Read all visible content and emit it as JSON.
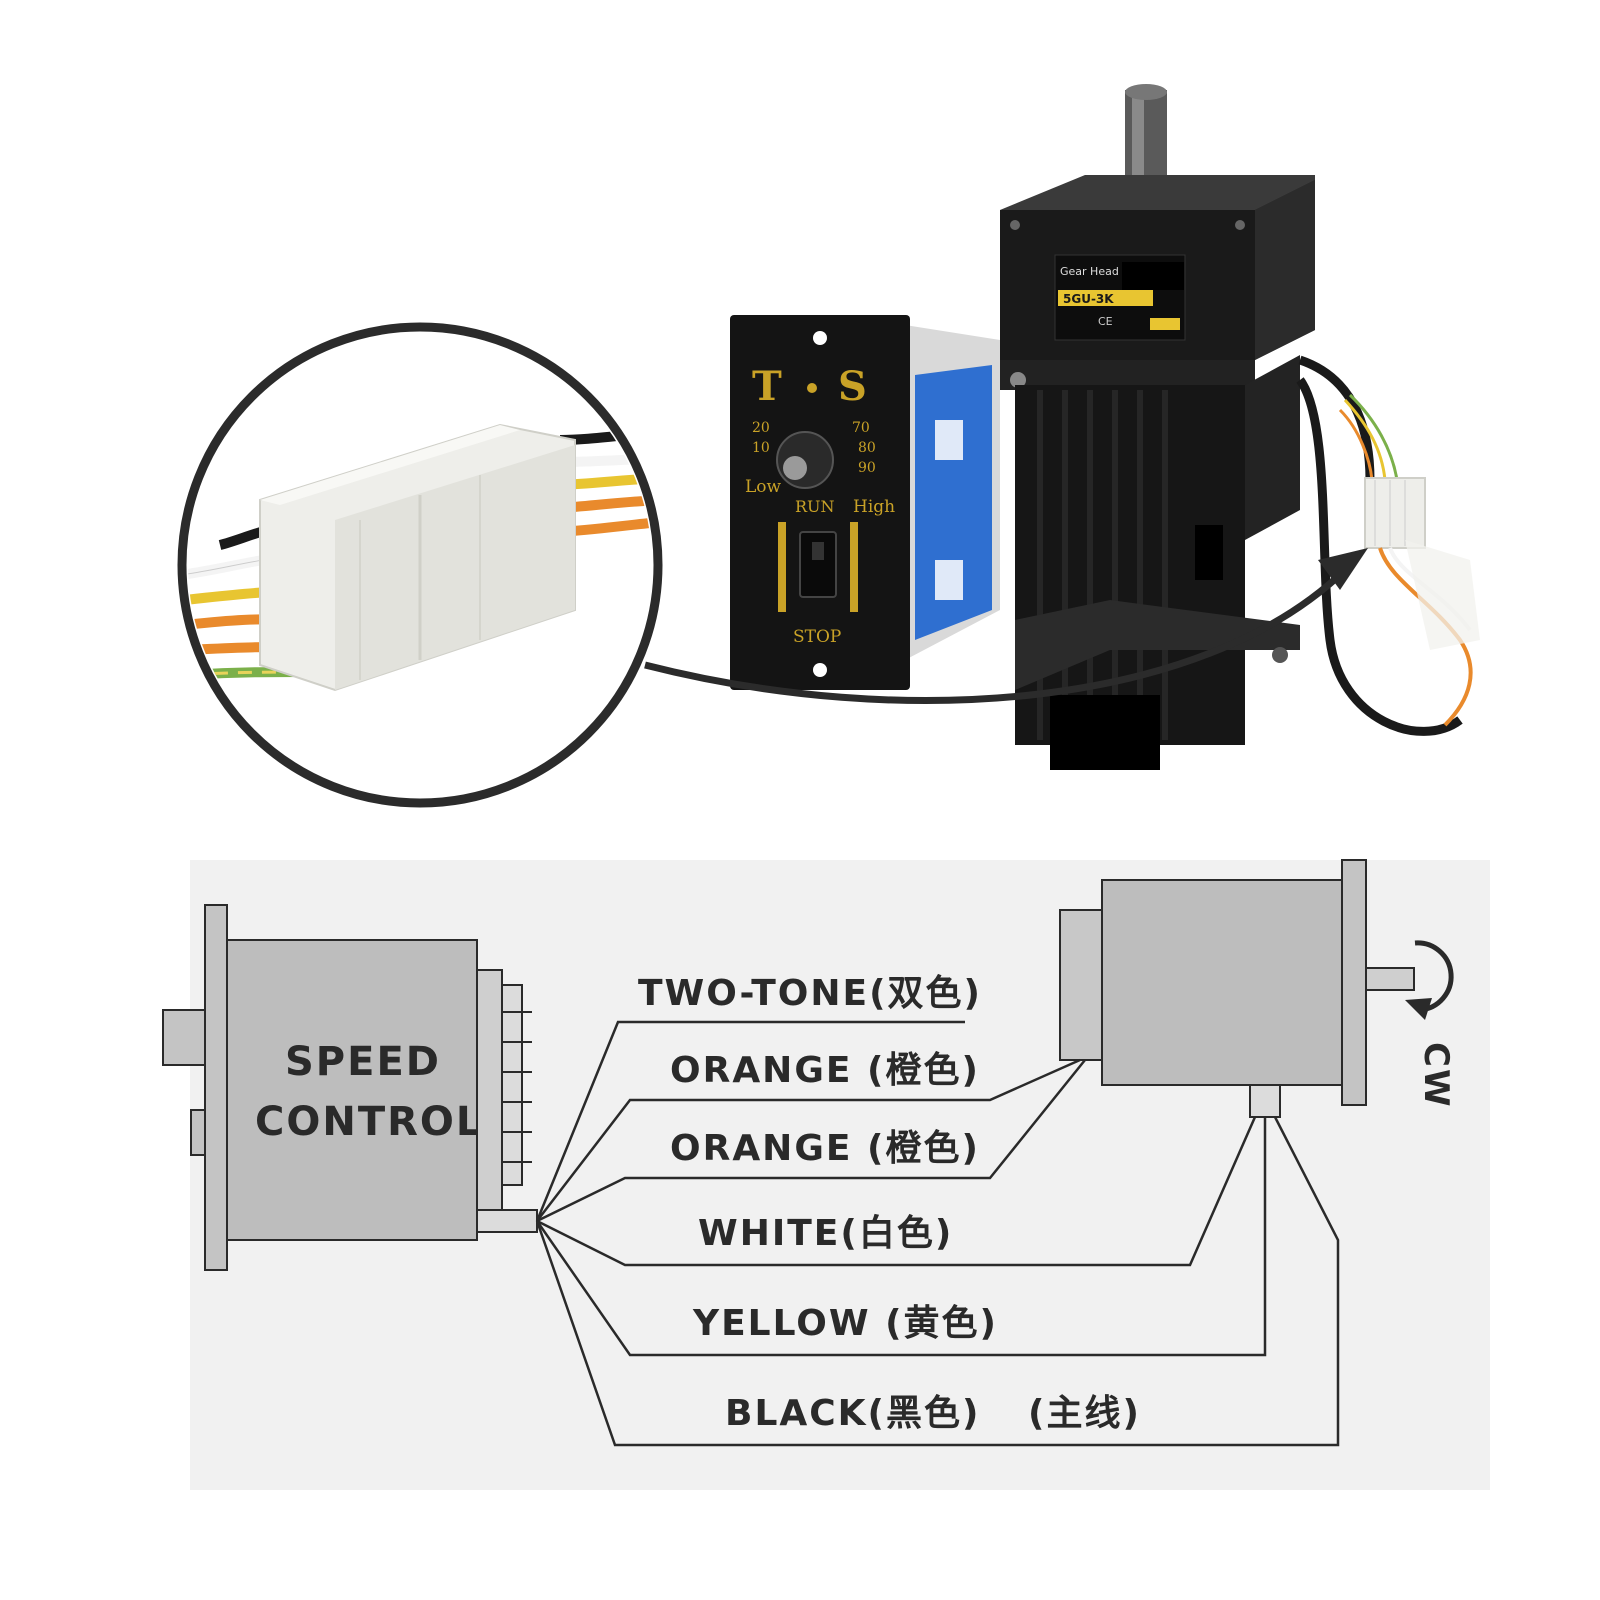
{
  "photo": {
    "controller": {
      "brand_left": "T",
      "brand_right": "S",
      "dial_marks": [
        "20",
        "10",
        "70",
        "80",
        "90"
      ],
      "low_label": "Low",
      "high_label": "High",
      "run_label": "RUN",
      "stop_label": "STOP"
    },
    "motor": {
      "gear_head_label": "Gear Head",
      "model_label": "5GU-3K",
      "ce_mark": "CE"
    }
  },
  "diagram": {
    "controller_label_line1": "SPEED",
    "controller_label_line2": "CONTROL",
    "rotation_label": "CW",
    "wires": [
      {
        "label": "TWO-TONE(双色)",
        "color": "#7bb04a"
      },
      {
        "label": "ORANGE (橙色)",
        "color": "#e98a2c"
      },
      {
        "label": "ORANGE (橙色)",
        "color": "#e98a2c"
      },
      {
        "label": "WHITE(白色)",
        "color": "#f2f2f2"
      },
      {
        "label": "YELLOW (黄色)",
        "color": "#e8c531"
      },
      {
        "label": "BLACK(黑色)",
        "color": "#1a1a1a"
      }
    ],
    "main_line_note": "(主线)"
  },
  "colors": {
    "panel_black": "#141414",
    "accent_gold": "#c9a227",
    "label_blue": "#2f6fd0",
    "diagram_gray": "#bdbdbd",
    "line_dark": "#2a2a2a"
  }
}
